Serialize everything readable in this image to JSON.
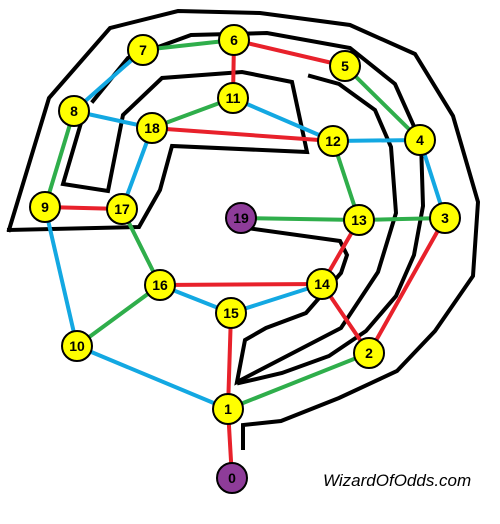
{
  "credit": "WizardOfOdds.com",
  "colors": {
    "background": "#ffffff",
    "wall": "#000000",
    "red": "#e8212b",
    "green": "#2fae4b",
    "blue": "#13a8e2",
    "node_yellow": "#ffff00",
    "node_purple": "#8e3c99",
    "node_outline": "#000000",
    "node_text": "#000000"
  },
  "nodes": [
    {
      "id": "0",
      "label": "0",
      "kind": "purple"
    },
    {
      "id": "1",
      "label": "1",
      "kind": "yellow"
    },
    {
      "id": "2",
      "label": "2",
      "kind": "yellow"
    },
    {
      "id": "3",
      "label": "3",
      "kind": "yellow"
    },
    {
      "id": "4",
      "label": "4",
      "kind": "yellow"
    },
    {
      "id": "5",
      "label": "5",
      "kind": "yellow"
    },
    {
      "id": "6",
      "label": "6",
      "kind": "yellow"
    },
    {
      "id": "7",
      "label": "7",
      "kind": "yellow"
    },
    {
      "id": "8",
      "label": "8",
      "kind": "yellow"
    },
    {
      "id": "9",
      "label": "9",
      "kind": "yellow"
    },
    {
      "id": "10",
      "label": "10",
      "kind": "yellow"
    },
    {
      "id": "11",
      "label": "11",
      "kind": "yellow"
    },
    {
      "id": "12",
      "label": "12",
      "kind": "yellow"
    },
    {
      "id": "13",
      "label": "13",
      "kind": "yellow"
    },
    {
      "id": "14",
      "label": "14",
      "kind": "yellow"
    },
    {
      "id": "15",
      "label": "15",
      "kind": "yellow"
    },
    {
      "id": "16",
      "label": "16",
      "kind": "yellow"
    },
    {
      "id": "17",
      "label": "17",
      "kind": "yellow"
    },
    {
      "id": "18",
      "label": "18",
      "kind": "yellow"
    },
    {
      "id": "19",
      "label": "19",
      "kind": "purple"
    }
  ],
  "edges": [
    {
      "from": "0",
      "to": "1",
      "color": "red"
    },
    {
      "from": "1",
      "to": "15",
      "color": "red"
    },
    {
      "from": "1",
      "to": "10",
      "color": "blue"
    },
    {
      "from": "1",
      "to": "2",
      "color": "green"
    },
    {
      "from": "2",
      "to": "3",
      "color": "red"
    },
    {
      "from": "2",
      "to": "14",
      "color": "red"
    },
    {
      "from": "3",
      "to": "13",
      "color": "green"
    },
    {
      "from": "3",
      "to": "4",
      "color": "blue"
    },
    {
      "from": "4",
      "to": "5",
      "color": "green"
    },
    {
      "from": "4",
      "to": "12",
      "color": "blue"
    },
    {
      "from": "5",
      "to": "6",
      "color": "red"
    },
    {
      "from": "6",
      "to": "7",
      "color": "green"
    },
    {
      "from": "6",
      "to": "11",
      "color": "red"
    },
    {
      "from": "7",
      "to": "8",
      "color": "blue"
    },
    {
      "from": "8",
      "to": "9",
      "color": "green"
    },
    {
      "from": "8",
      "to": "18",
      "color": "blue"
    },
    {
      "from": "9",
      "to": "17",
      "color": "red"
    },
    {
      "from": "9",
      "to": "10",
      "color": "blue"
    },
    {
      "from": "10",
      "to": "16",
      "color": "green"
    },
    {
      "from": "11",
      "to": "18",
      "color": "green"
    },
    {
      "from": "11",
      "to": "12",
      "color": "blue"
    },
    {
      "from": "12",
      "to": "18",
      "color": "red"
    },
    {
      "from": "12",
      "to": "13",
      "color": "green"
    },
    {
      "from": "13",
      "to": "19",
      "color": "green"
    },
    {
      "from": "13",
      "to": "14",
      "color": "red"
    },
    {
      "from": "14",
      "to": "16",
      "color": "red"
    },
    {
      "from": "14",
      "to": "15",
      "color": "blue"
    },
    {
      "from": "15",
      "to": "16",
      "color": "blue"
    },
    {
      "from": "16",
      "to": "17",
      "color": "green"
    },
    {
      "from": "17",
      "to": "18",
      "color": "blue"
    }
  ]
}
